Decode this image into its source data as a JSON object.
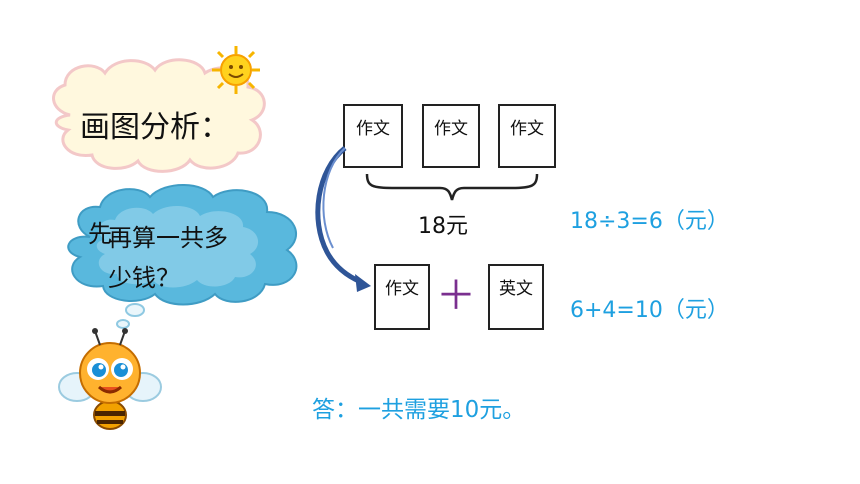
{
  "title": "画图分析：",
  "thought_cloud": {
    "hidden_text": "先",
    "line1": "再算一共多",
    "line2": "少钱？"
  },
  "books": {
    "top_labels": [
      "作文",
      "作文",
      "作文"
    ],
    "bottom_left_label": "作文",
    "plus_sign": "＋",
    "bottom_right_label": "英文"
  },
  "total_label": "18元",
  "equations": {
    "eq1": "18÷3=6（元）",
    "eq2": "6+4=10（元）"
  },
  "answer": "答：一共需要10元。",
  "colors": {
    "accent_blue": "#1ea0e0",
    "plus_purple": "#7a2f8f",
    "arrow_blue": "#2f5597",
    "cloud_blue": "#59b8dd",
    "title_cloud_fill": "#fff8de"
  },
  "icons": [
    "sun-icon",
    "bee-icon",
    "curved-arrow-icon",
    "brace-icon"
  ]
}
